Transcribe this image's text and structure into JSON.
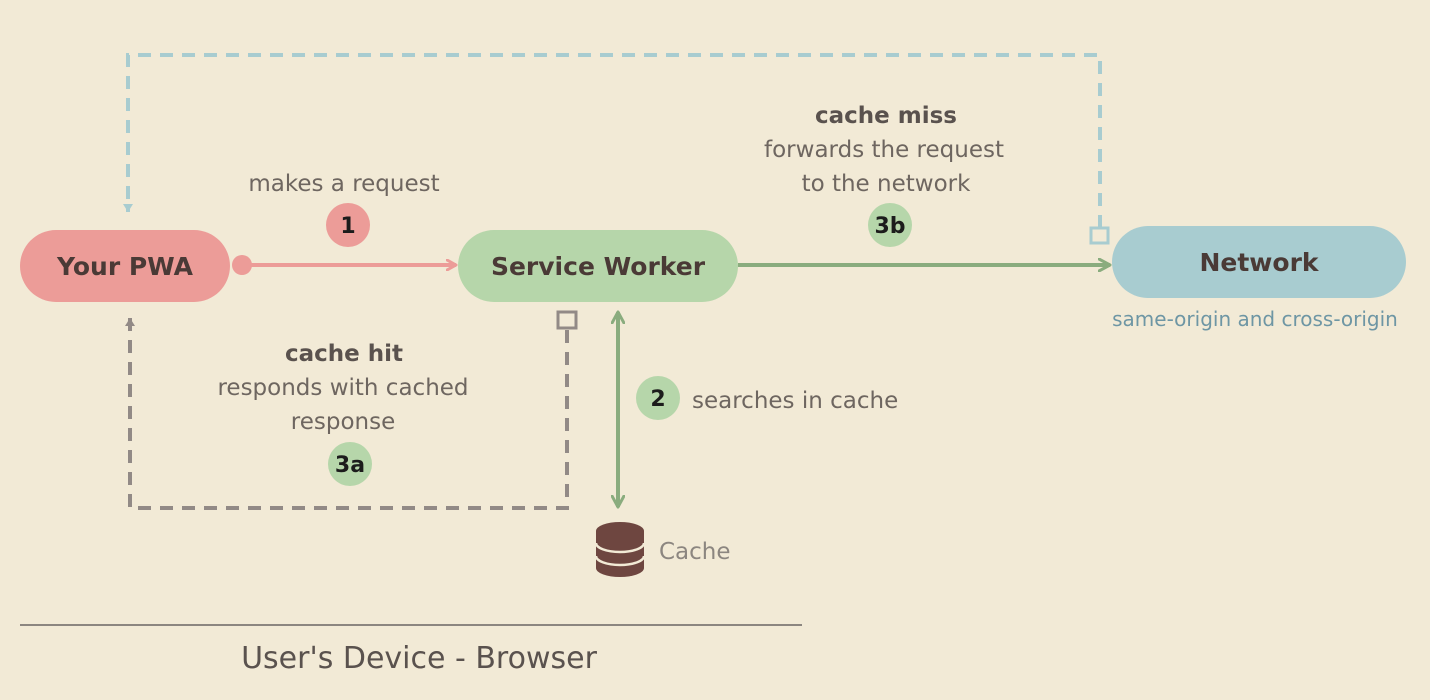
{
  "nodes": {
    "pwa": "Your PWA",
    "service_worker": "Service Worker",
    "network": "Network",
    "network_sub": "same-origin and cross-origin",
    "cache": "Cache"
  },
  "steps": {
    "s1": {
      "badge": "1",
      "label": "makes a request"
    },
    "s2": {
      "badge": "2",
      "label": "searches in cache"
    },
    "s3a": {
      "badge": "3a",
      "title": "cache hit",
      "line1": "responds with cached",
      "line2": "response"
    },
    "s3b": {
      "badge": "3b",
      "title": "cache miss",
      "line1": "forwards the request",
      "line2": "to the network"
    }
  },
  "footer": {
    "label": "User's Device - Browser"
  },
  "colors": {
    "background": "#f2ead6",
    "pwa": "#ec9c98",
    "service_worker": "#b6d6aa",
    "network": "#a8ccd0",
    "request_arrow": "#ec9c98",
    "forward_arrow": "#8aac7e",
    "cache_hit_path": "#928a86",
    "network_return_path": "#a8ccd0",
    "cache_icon": "#6e4640"
  }
}
